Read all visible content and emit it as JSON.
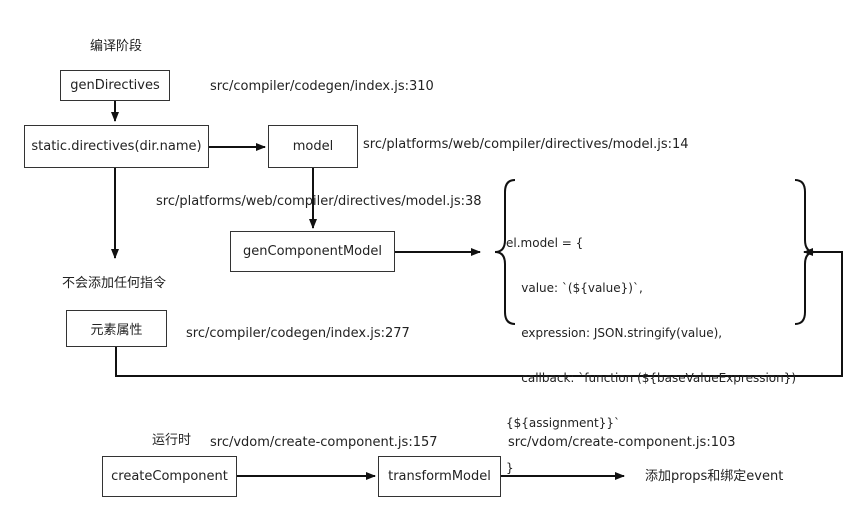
{
  "phases": {
    "compile": "编译阶段",
    "runtime": "运行时"
  },
  "nodes": {
    "genDirectives": "genDirectives",
    "staticDirectives": "static.directives(dir.name)",
    "model": "model",
    "genComponentModel": "genComponentModel",
    "elementAttrs": "元素属性",
    "createComponent": "createComponent",
    "transformModel": "transformModel"
  },
  "annotations": {
    "codegenIndex310": "src/compiler/codegen/index.js:310",
    "modelJs14": "src/platforms/web/compiler/directives/model.js:14",
    "modelJs38": "src/platforms/web/compiler/directives/model.js:38",
    "noDirective": "不会添加任何指令",
    "codegenIndex277": "src/compiler/codegen/index.js:277",
    "createComponent157": "src/vdom/create-component.js:157",
    "createComponent103": "src/vdom/create-component.js:103",
    "addPropsEvent": "添加props和绑定event"
  },
  "codeBlock": {
    "line1": "el.model = {",
    "line2": "    value: `(${value})`,",
    "line3": "    expression: JSON.stringify(value),",
    "line4": "    callback: `function (${baseValueExpression})",
    "line5": "{${assignment}}`",
    "line6": "}"
  }
}
